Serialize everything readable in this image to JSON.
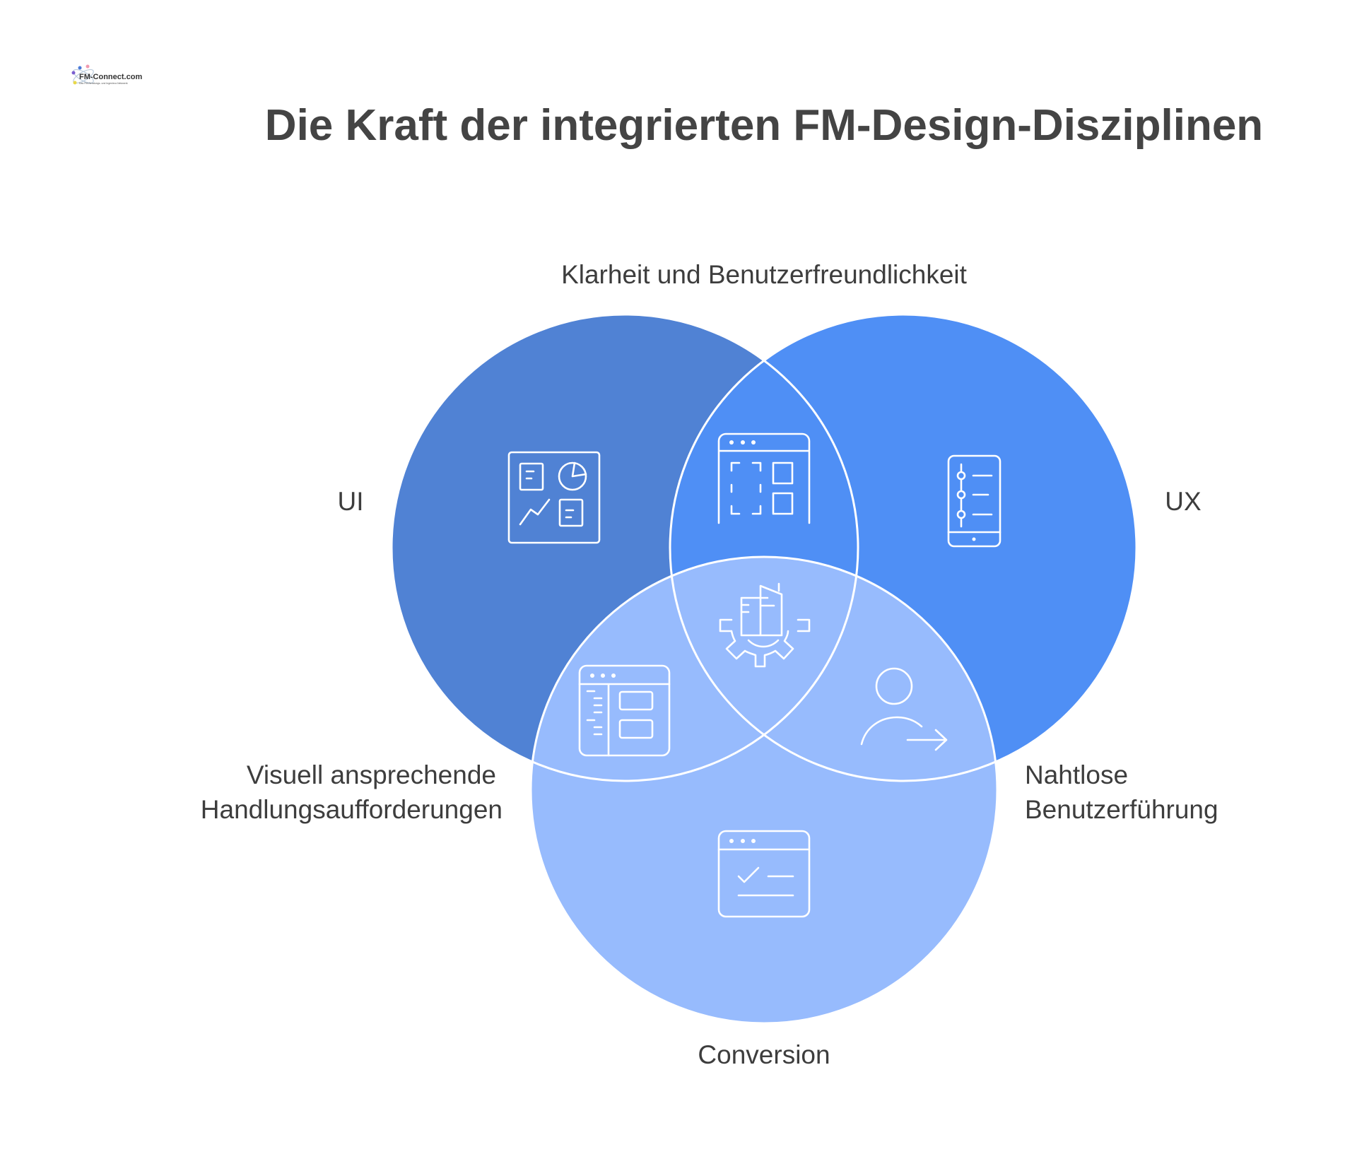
{
  "logo": {
    "text": "FM-Connect.com",
    "tagline": "Das FM-Beratungs- und Ingenieur-Netzwerk"
  },
  "title": "Die Kraft der integrierten FM-Design-Disziplinen",
  "colors": {
    "ui": "#5082D4",
    "ux": "#4F8FF5",
    "conversion": "#97BBFD",
    "stroke": "#FFFFFF",
    "text": "#3D3D3D"
  },
  "sets": [
    {
      "name": "UI",
      "icon": "dashboard-icon"
    },
    {
      "name": "UX",
      "icon": "mobile-flow-icon"
    },
    {
      "name": "Conversion",
      "icon": "checklist-window-icon"
    }
  ],
  "intersections": {
    "ui_ux": {
      "label": "Klarheit und Benutzerfreundlichkeit",
      "icon": "layout-window-icon"
    },
    "ui_conversion": {
      "line1": "Visuell ansprechende",
      "line2": "Handlungsaufforderungen",
      "icon": "sidebar-window-icon"
    },
    "ux_conversion": {
      "line1": "Nahtlose",
      "line2": "Benutzerführung",
      "icon": "user-arrow-icon"
    },
    "all": {
      "icon": "building-gear-icon"
    }
  }
}
